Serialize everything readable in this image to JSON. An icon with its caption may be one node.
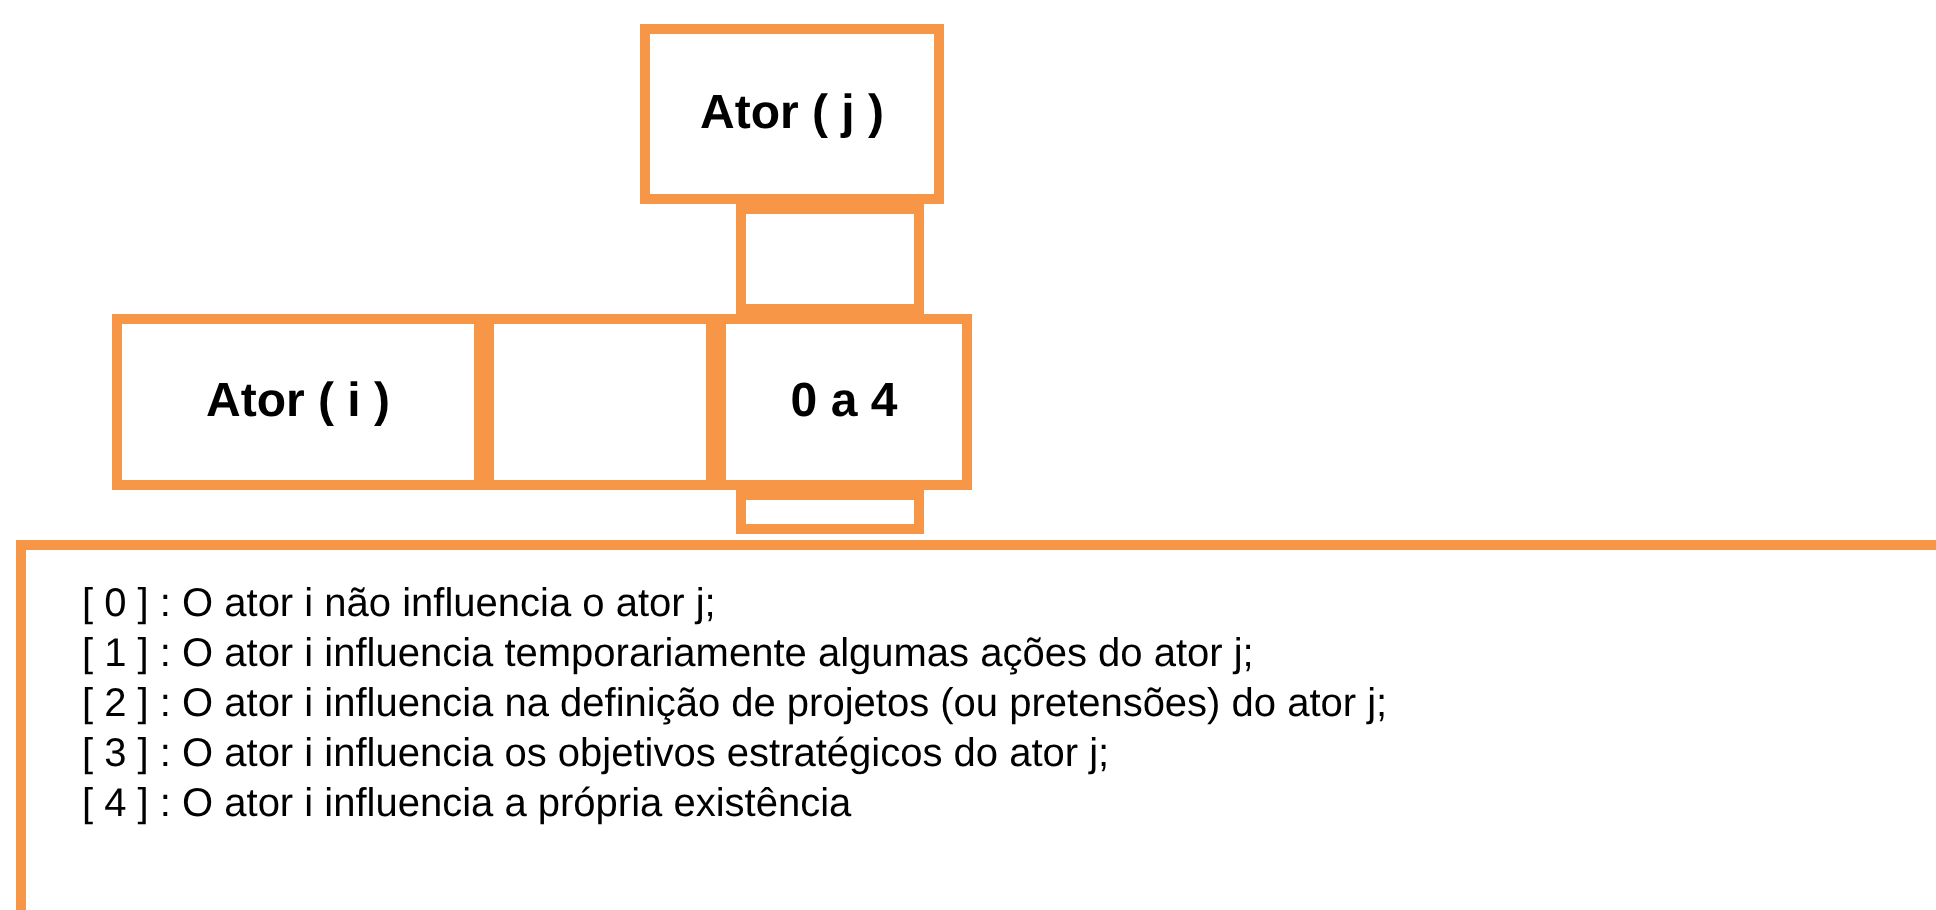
{
  "diagram": {
    "nodes": [
      {
        "text": [
          "Ator ( j )"
        ]
      },
      {
        "text": [],
        "shape": "box"
      },
      {
        "text": [
          "Ator ( i )"
        ]
      },
      {
        "text": [],
        "shape": "box"
      },
      {
        "text": [
          "0 a 4"
        ]
      },
      {
        "text": [],
        "shape": "box"
      },
      {
        "text": [
          "[ 0 ] : O ator i não influencia o ator j;",
          "[ 1 ] : O ator i influencia temporariamente algumas ações do ator j;",
          "[ 2 ] : O ator i influencia na definição de projetos (ou pretensões) do ator j;",
          "[ 3 ] : O ator i influencia os objetivos estratégicos do ator j;",
          "[ 4 ] : O ator i influencia a própria existência"
        ]
      }
    ]
  }
}
